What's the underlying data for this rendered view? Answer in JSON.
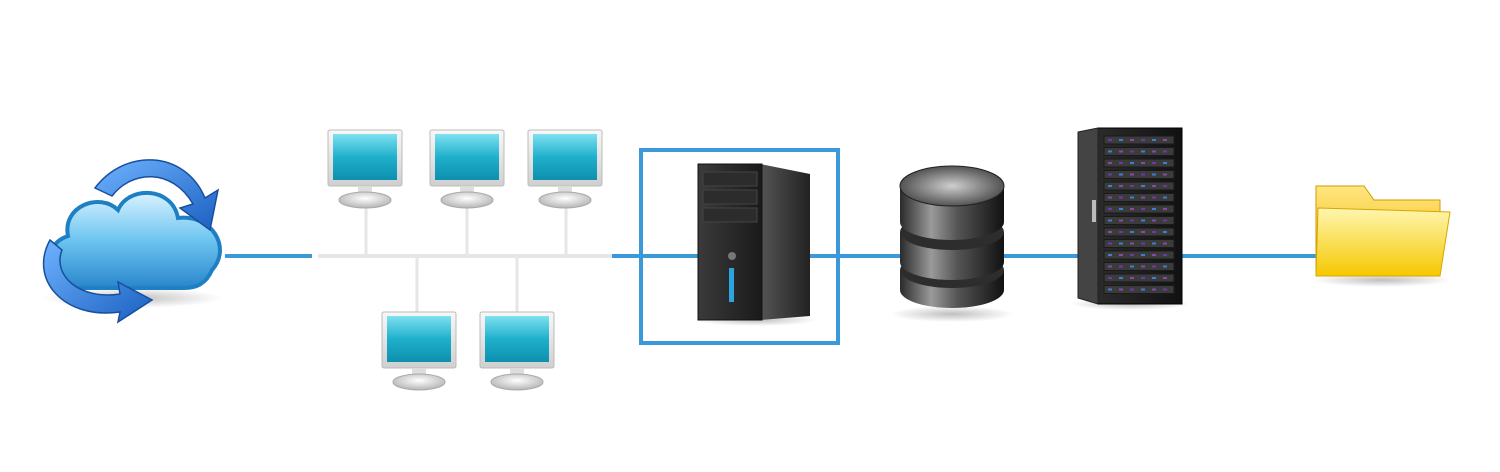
{
  "diagram": {
    "link_color": "#3a9ad9",
    "bus_color": "#e6e6e6",
    "highlight_color": "#3a9ad9",
    "nodes": [
      {
        "id": "cloud",
        "icon": "cloud-sync-icon"
      },
      {
        "id": "workstations",
        "icon": "monitor-icon",
        "count": 5
      },
      {
        "id": "server-tower",
        "icon": "server-tower-icon",
        "highlighted": true
      },
      {
        "id": "database",
        "icon": "database-icon"
      },
      {
        "id": "server-rack",
        "icon": "server-rack-icon"
      },
      {
        "id": "folder",
        "icon": "folder-icon"
      }
    ],
    "edges": [
      {
        "from": "cloud",
        "to": "workstations"
      },
      {
        "from": "workstations",
        "to": "server-tower"
      },
      {
        "from": "server-tower",
        "to": "database"
      },
      {
        "from": "database",
        "to": "server-rack"
      },
      {
        "from": "server-rack",
        "to": "folder"
      }
    ]
  }
}
